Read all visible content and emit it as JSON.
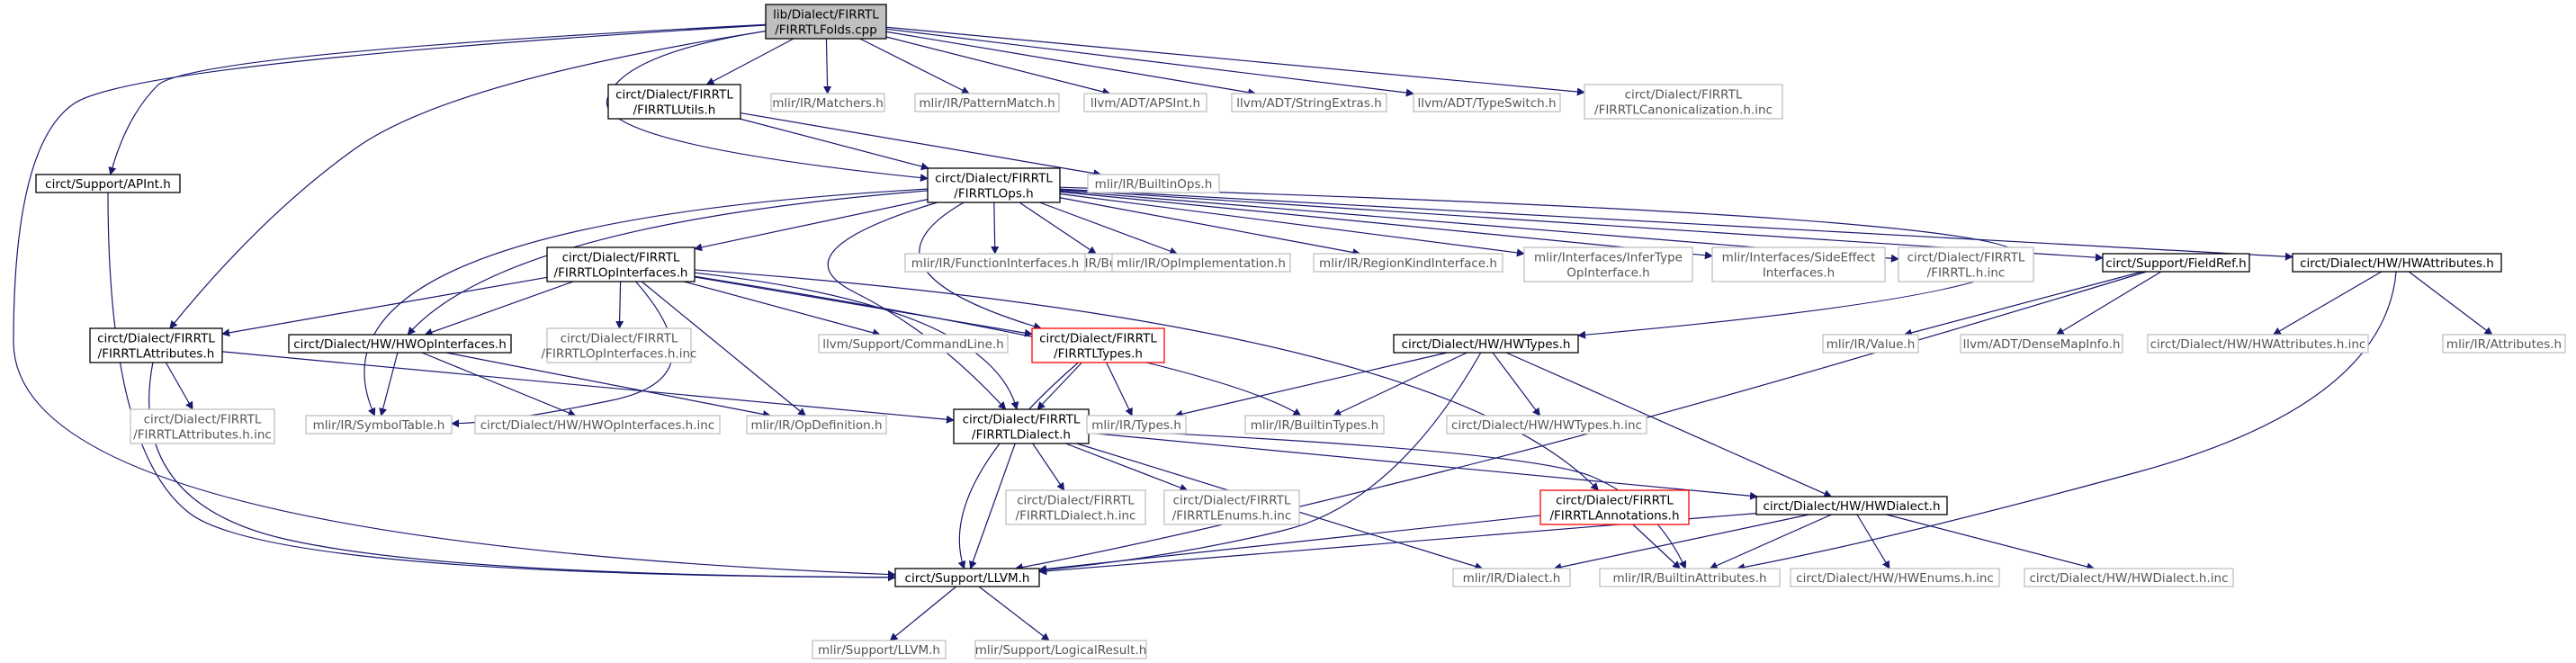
{
  "graph": {
    "root": "lib/Dialect/FIRRTL/FIRRTLFolds.cpp",
    "colors": {
      "root_fill": "#bfbfbf",
      "normal_border": "#000000",
      "external_border": "#bfbfbf",
      "highlight_border": "#ff0000",
      "edge": "#191970",
      "text": "#000000",
      "external_text": "#555555"
    },
    "nodes": [
      {
        "id": "root",
        "lines": [
          "lib/Dialect/FIRRTL",
          "/FIRRTLFolds.cpp"
        ],
        "kind": "root"
      },
      {
        "id": "utils",
        "lines": [
          "circt/Dialect/FIRRTL",
          "/FIRRTLUtils.h"
        ],
        "kind": "normal"
      },
      {
        "id": "matchers",
        "lines": [
          "mlir/IR/Matchers.h"
        ],
        "kind": "external"
      },
      {
        "id": "patternmatch",
        "lines": [
          "mlir/IR/PatternMatch.h"
        ],
        "kind": "external"
      },
      {
        "id": "apsint",
        "lines": [
          "llvm/ADT/APSInt.h"
        ],
        "kind": "external"
      },
      {
        "id": "stringextras",
        "lines": [
          "llvm/ADT/StringExtras.h"
        ],
        "kind": "external"
      },
      {
        "id": "typeswitch",
        "lines": [
          "llvm/ADT/TypeSwitch.h"
        ],
        "kind": "external"
      },
      {
        "id": "canon",
        "lines": [
          "circt/Dialect/FIRRTL",
          "/FIRRTLCanonicalization.h.inc"
        ],
        "kind": "external"
      },
      {
        "id": "supportapint",
        "lines": [
          "circt/Support/APInt.h"
        ],
        "kind": "normal"
      },
      {
        "id": "ops",
        "lines": [
          "circt/Dialect/FIRRTL",
          "/FIRRTLOps.h"
        ],
        "kind": "normal"
      },
      {
        "id": "builtinops",
        "lines": [
          "mlir/IR/BuiltinOps.h"
        ],
        "kind": "external"
      },
      {
        "id": "opinterfaces",
        "lines": [
          "circt/Dialect/FIRRTL",
          "/FIRRTLOpInterfaces.h"
        ],
        "kind": "normal"
      },
      {
        "id": "builders",
        "lines": [
          "mlir/IR/Builders.h"
        ],
        "kind": "external"
      },
      {
        "id": "funcinterfaces",
        "lines": [
          "mlir/IR/FunctionInterfaces.h"
        ],
        "kind": "external"
      },
      {
        "id": "opimpl",
        "lines": [
          "mlir/IR/OpImplementation.h"
        ],
        "kind": "external"
      },
      {
        "id": "regionkind",
        "lines": [
          "mlir/IR/RegionKindInterface.h"
        ],
        "kind": "external"
      },
      {
        "id": "infertype",
        "lines": [
          "mlir/Interfaces/InferType",
          "OpInterface.h"
        ],
        "kind": "external"
      },
      {
        "id": "sideeffect",
        "lines": [
          "mlir/Interfaces/SideEffect",
          "Interfaces.h"
        ],
        "kind": "external"
      },
      {
        "id": "firrtlhinc",
        "lines": [
          "circt/Dialect/FIRRTL",
          "/FIRRTL.h.inc"
        ],
        "kind": "external"
      },
      {
        "id": "fieldref",
        "lines": [
          "circt/Support/FieldRef.h"
        ],
        "kind": "normal"
      },
      {
        "id": "hwattrs",
        "lines": [
          "circt/Dialect/HW/HWAttributes.h"
        ],
        "kind": "normal"
      },
      {
        "id": "firattrs",
        "lines": [
          "circt/Dialect/FIRRTL",
          "/FIRRTLAttributes.h"
        ],
        "kind": "normal"
      },
      {
        "id": "hwopinterfaces",
        "lines": [
          "circt/Dialect/HW/HWOpInterfaces.h"
        ],
        "kind": "normal"
      },
      {
        "id": "opinterfacesinc",
        "lines": [
          "circt/Dialect/FIRRTL",
          "/FIRRTLOpInterfaces.h.inc"
        ],
        "kind": "external"
      },
      {
        "id": "commandline",
        "lines": [
          "llvm/Support/CommandLine.h"
        ],
        "kind": "external"
      },
      {
        "id": "firtypes",
        "lines": [
          "circt/Dialect/FIRRTL",
          "/FIRRTLTypes.h"
        ],
        "kind": "highlight"
      },
      {
        "id": "hwtypes",
        "lines": [
          "circt/Dialect/HW/HWTypes.h"
        ],
        "kind": "normal"
      },
      {
        "id": "value",
        "lines": [
          "mlir/IR/Value.h"
        ],
        "kind": "external"
      },
      {
        "id": "densemapinfo",
        "lines": [
          "llvm/ADT/DenseMapInfo.h"
        ],
        "kind": "external"
      },
      {
        "id": "hwattrsinc",
        "lines": [
          "circt/Dialect/HW/HWAttributes.h.inc"
        ],
        "kind": "external"
      },
      {
        "id": "irattrs",
        "lines": [
          "mlir/IR/Attributes.h"
        ],
        "kind": "external"
      },
      {
        "id": "firattrsinc",
        "lines": [
          "circt/Dialect/FIRRTL",
          "/FIRRTLAttributes.h.inc"
        ],
        "kind": "external"
      },
      {
        "id": "symboltable",
        "lines": [
          "mlir/IR/SymbolTable.h"
        ],
        "kind": "external"
      },
      {
        "id": "hwopinterfacesinc",
        "lines": [
          "circt/Dialect/HW/HWOpInterfaces.h.inc"
        ],
        "kind": "external"
      },
      {
        "id": "opdef",
        "lines": [
          "mlir/IR/OpDefinition.h"
        ],
        "kind": "external"
      },
      {
        "id": "firdialect",
        "lines": [
          "circt/Dialect/FIRRTL",
          "/FIRRTLDialect.h"
        ],
        "kind": "normal"
      },
      {
        "id": "irtypes",
        "lines": [
          "mlir/IR/Types.h"
        ],
        "kind": "external"
      },
      {
        "id": "builtintypes",
        "lines": [
          "mlir/IR/BuiltinTypes.h"
        ],
        "kind": "external"
      },
      {
        "id": "hwtypesinc",
        "lines": [
          "circt/Dialect/HW/HWTypes.h.inc"
        ],
        "kind": "external"
      },
      {
        "id": "firdialectinc",
        "lines": [
          "circt/Dialect/FIRRTL",
          "/FIRRTLDialect.h.inc"
        ],
        "kind": "external"
      },
      {
        "id": "firenumsinc",
        "lines": [
          "circt/Dialect/FIRRTL",
          "/FIRRTLEnums.h.inc"
        ],
        "kind": "external"
      },
      {
        "id": "firannotations",
        "lines": [
          "circt/Dialect/FIRRTL",
          "/FIRRTLAnnotations.h"
        ],
        "kind": "highlight"
      },
      {
        "id": "hwdialect",
        "lines": [
          "circt/Dialect/HW/HWDialect.h"
        ],
        "kind": "normal"
      },
      {
        "id": "llvmh",
        "lines": [
          "circt/Support/LLVM.h"
        ],
        "kind": "normal"
      },
      {
        "id": "irdialect",
        "lines": [
          "mlir/IR/Dialect.h"
        ],
        "kind": "external"
      },
      {
        "id": "builtinattrs",
        "lines": [
          "mlir/IR/BuiltinAttributes.h"
        ],
        "kind": "external"
      },
      {
        "id": "hwenumsinc",
        "lines": [
          "circt/Dialect/HW/HWEnums.h.inc"
        ],
        "kind": "external"
      },
      {
        "id": "hwdialectinc",
        "lines": [
          "circt/Dialect/HW/HWDialect.h.inc"
        ],
        "kind": "external"
      },
      {
        "id": "mlirllvm",
        "lines": [
          "mlir/Support/LLVM.h"
        ],
        "kind": "external"
      },
      {
        "id": "logicalresult",
        "lines": [
          "mlir/Support/LogicalResult.h"
        ],
        "kind": "external"
      }
    ]
  }
}
